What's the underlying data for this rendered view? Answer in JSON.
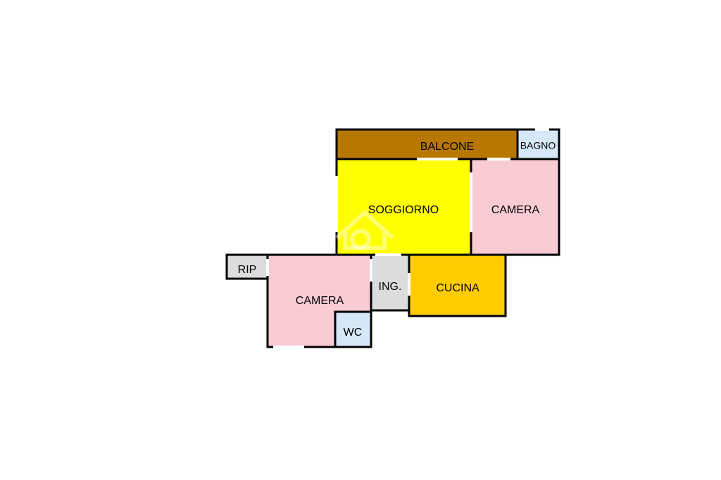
{
  "rooms": {
    "balcone": {
      "label": "BALCONE",
      "color": "#B87800"
    },
    "bagno": {
      "label": "BAGNO",
      "color": "#D6E8F8"
    },
    "soggiorno": {
      "label": "SOGGIORNO",
      "color": "#FFFF00"
    },
    "camera_top": {
      "label": "CAMERA",
      "color": "#F9CCD4"
    },
    "rip": {
      "label": "RIP",
      "color": "#DCDCDC"
    },
    "camera_bottom": {
      "label": "CAMERA",
      "color": "#F9CCD4"
    },
    "ingresso": {
      "label": "ING.",
      "color": "#DCDCDC"
    },
    "cucina": {
      "label": "CUCINA",
      "color": "#FFCC00"
    },
    "wc": {
      "label": "WC",
      "color": "#D6E8F8"
    }
  },
  "wall_color": "#000000"
}
